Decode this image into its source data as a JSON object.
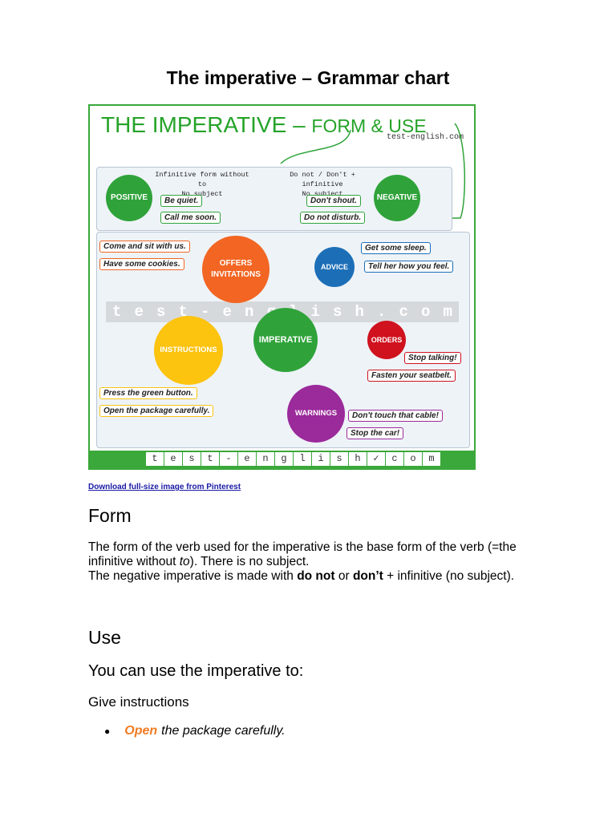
{
  "page_title": "The imperative – Grammar chart",
  "poster": {
    "heading_main": "THE IMPERATIVE – ",
    "heading_sub": "FORM & USE",
    "brand": "test-english.com",
    "positive_note_line1": "Infinitive form without to",
    "positive_note_line2": "No subject",
    "negative_note_line1": "Do not / Don't + infinitive",
    "negative_note_line2": "No subject",
    "positive": "POSITIVE",
    "negative": "NEGATIVE",
    "pos_ex1": "Be quiet.",
    "pos_ex2": "Call me soon.",
    "neg_ex1": "Don't shout.",
    "neg_ex2": "Do not disturb.",
    "offers": "OFFERS INVITATIONS",
    "advice": "ADVICE",
    "imperative": "IMPERATIVE",
    "orders": "ORDERS",
    "instructions": "INSTRUCTIONS",
    "warnings": "WARNINGS",
    "offer_ex1": "Come and sit with us.",
    "offer_ex2": "Have some cookies.",
    "advice_ex1": "Get some sleep.",
    "advice_ex2": "Tell her how you feel.",
    "orders_ex1": "Stop talking!",
    "orders_ex2": "Fasten your seatbelt.",
    "instr_ex1": "Press the green button.",
    "instr_ex2": "Open the package carefully.",
    "warn_ex1": "Don't touch that cable!",
    "warn_ex2": "Stop the car!",
    "watermark_chars": [
      "t",
      "e",
      "s",
      "t",
      "-",
      "e",
      "n",
      "g",
      "l",
      "i",
      "s",
      "h",
      ".",
      "c",
      "o",
      "m"
    ],
    "footer_chars": [
      "t",
      "e",
      "s",
      "t",
      "-",
      "e",
      "n",
      "g",
      "l",
      "i",
      "s",
      "h",
      "✓",
      "c",
      "o",
      "m"
    ],
    "colors": {
      "green": "#3aa83a",
      "positive": "#2fa33a",
      "negative": "#2fa33a",
      "offers": "#f26522",
      "advice": "#1c6fb7",
      "imperative": "#2fa33a",
      "orders": "#d0121e",
      "instructions": "#fcc30f",
      "warnings": "#9b2a9b"
    }
  },
  "link_text": "Download full-size image from Pinterest",
  "form_heading": "Form",
  "form_para1_a": "The form of the verb used for the imperative is the base form of the verb (=the infinitive without ",
  "form_para1_em": "to",
  "form_para1_b": "). There is no subject.",
  "form_para2_a": "The negative imperative is made with ",
  "form_para2_bold1": "do not",
  "form_para2_or": " or ",
  "form_para2_bold2": "don’t",
  "form_para2_b": " + infinitive (no subject).",
  "use_heading": "Use",
  "you_can_heading": "You can use the imperative to:",
  "give_instructions": "Give instructions",
  "bullet_highlight": "Open",
  "bullet_rest": "the package carefully."
}
